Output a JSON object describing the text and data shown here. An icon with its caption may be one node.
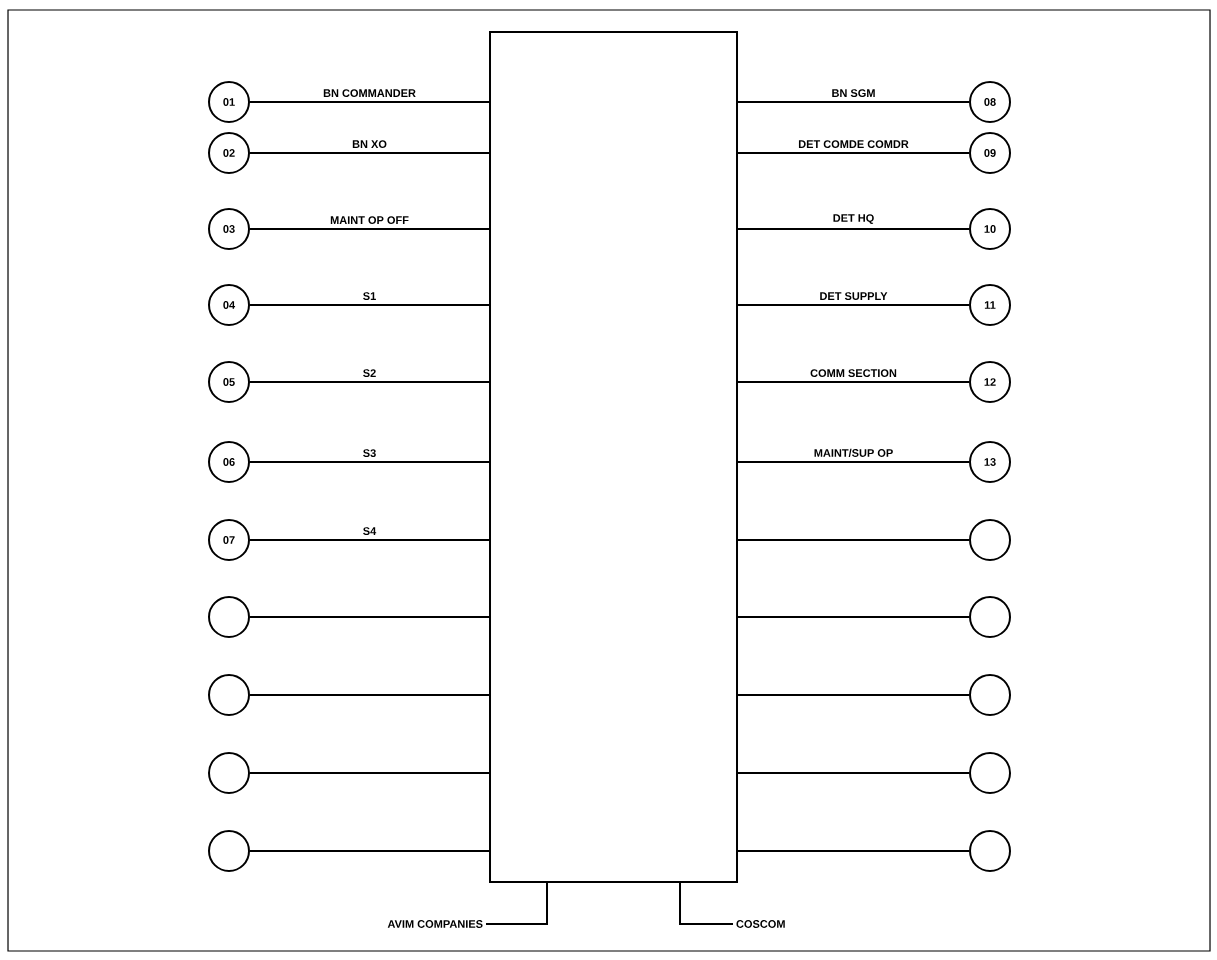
{
  "diagram": {
    "nodes": [
      {
        "text": [],
        "shape": "box"
      },
      {
        "text": [
          "01"
        ]
      },
      {
        "text": [
          "02"
        ]
      },
      {
        "text": [
          "03"
        ]
      },
      {
        "text": [
          "04"
        ]
      },
      {
        "text": [
          "05"
        ]
      },
      {
        "text": [
          "06"
        ]
      },
      {
        "text": [
          "07"
        ]
      },
      {
        "text": [],
        "shape": "circle"
      },
      {
        "text": [],
        "shape": "circle"
      },
      {
        "text": [],
        "shape": "circle"
      },
      {
        "text": [],
        "shape": "circle"
      },
      {
        "text": [
          "08"
        ]
      },
      {
        "text": [
          "09"
        ]
      },
      {
        "text": [
          "10"
        ]
      },
      {
        "text": [
          "11"
        ]
      },
      {
        "text": [
          "12"
        ]
      },
      {
        "text": [
          "13"
        ]
      },
      {
        "text": [],
        "shape": "circle"
      },
      {
        "text": [],
        "shape": "circle"
      },
      {
        "text": [],
        "shape": "circle"
      },
      {
        "text": [],
        "shape": "circle"
      },
      {
        "text": [],
        "shape": "circle"
      },
      {
        "text": [
          "AVIM COMPANIES"
        ]
      },
      {
        "text": [
          "COSCOM"
        ]
      }
    ],
    "edges": [
      {
        "from": 1,
        "to": 0,
        "arrow": "none",
        "label": "BN COMMANDER"
      },
      {
        "from": 2,
        "to": 0,
        "arrow": "none",
        "label": "BN XO"
      },
      {
        "from": 3,
        "to": 0,
        "arrow": "none",
        "label": "MAINT OP OFF"
      },
      {
        "from": 4,
        "to": 0,
        "arrow": "none",
        "label": "S1"
      },
      {
        "from": 5,
        "to": 0,
        "arrow": "none",
        "label": "S2"
      },
      {
        "from": 6,
        "to": 0,
        "arrow": "none",
        "label": "S3"
      },
      {
        "from": 7,
        "to": 0,
        "arrow": "none",
        "label": "S4"
      },
      {
        "from": 8,
        "to": 0,
        "arrow": "none"
      },
      {
        "from": 9,
        "to": 0,
        "arrow": "none"
      },
      {
        "from": 10,
        "to": 0,
        "arrow": "none"
      },
      {
        "from": 11,
        "to": 0,
        "arrow": "none"
      },
      {
        "from": 12,
        "to": 0,
        "arrow": "none",
        "label": "BN SGM"
      },
      {
        "from": 13,
        "to": 0,
        "arrow": "none",
        "label": "DET COMDE COMDR"
      },
      {
        "from": 14,
        "to": 0,
        "arrow": "none",
        "label": "DET HQ"
      },
      {
        "from": 15,
        "to": 0,
        "arrow": "none",
        "label": "DET SUPPLY"
      },
      {
        "from": 16,
        "to": 0,
        "arrow": "none",
        "label": "COMM SECTION"
      },
      {
        "from": 17,
        "to": 0,
        "arrow": "none",
        "label": "MAINT/SUP OP"
      },
      {
        "from": 18,
        "to": 0,
        "arrow": "none"
      },
      {
        "from": 19,
        "to": 0,
        "arrow": "none"
      },
      {
        "from": 20,
        "to": 0,
        "arrow": "none"
      },
      {
        "from": 21,
        "to": 0,
        "arrow": "none"
      },
      {
        "from": 22,
        "to": 0,
        "arrow": "none"
      },
      {
        "from": 23,
        "to": 0,
        "arrow": "none"
      },
      {
        "from": 24,
        "to": 0,
        "arrow": "none"
      }
    ]
  }
}
